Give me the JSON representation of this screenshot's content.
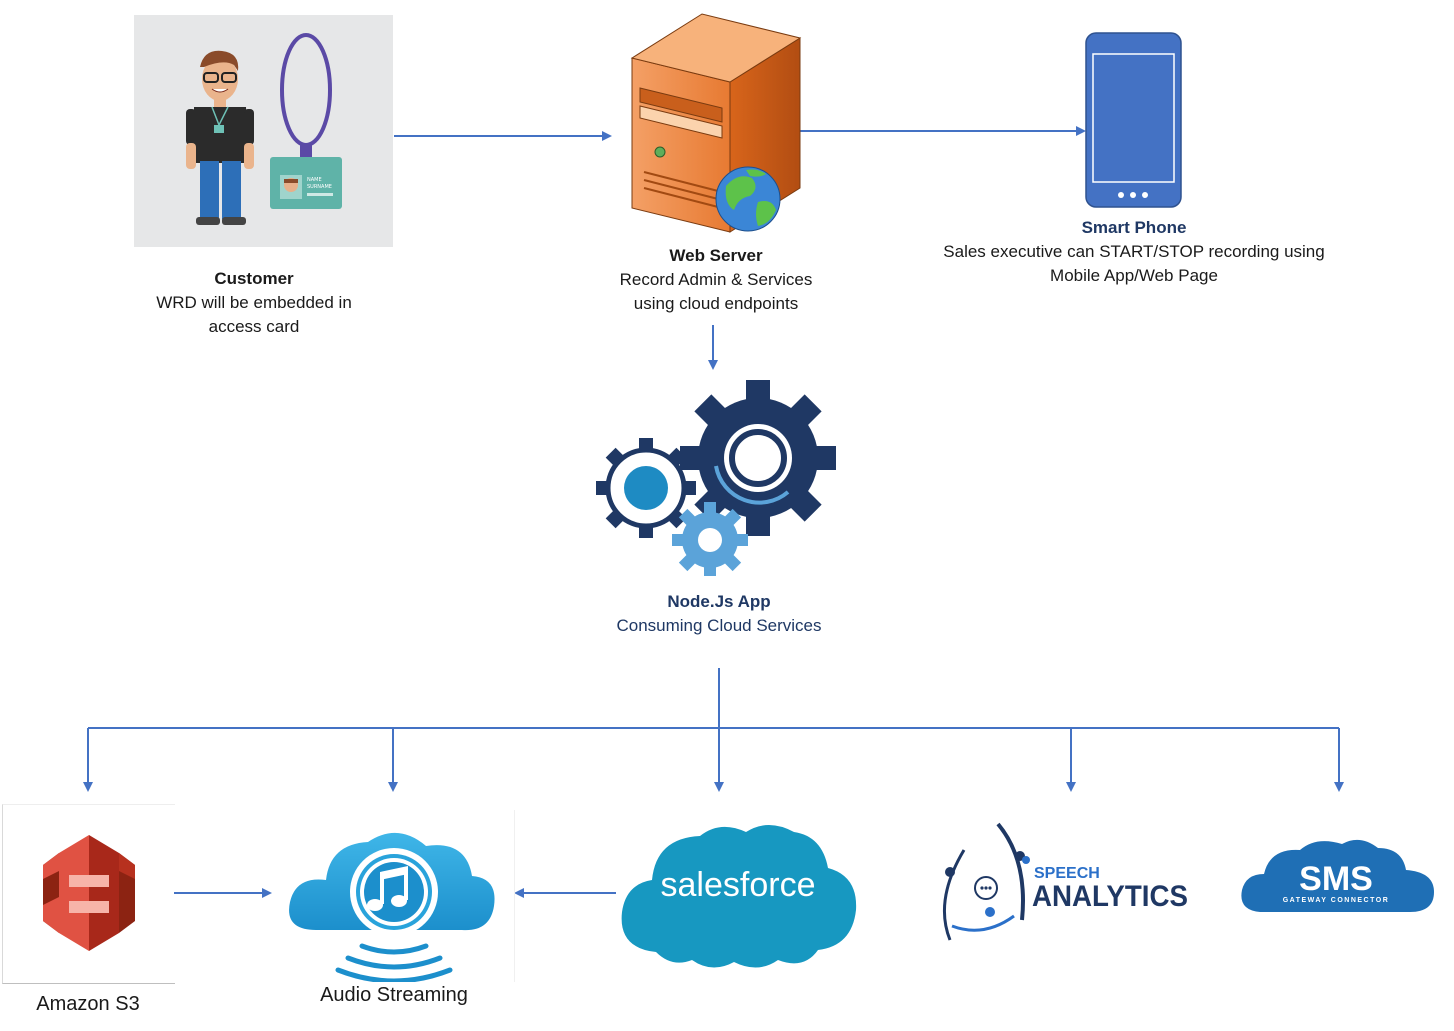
{
  "customer": {
    "title": "Customer",
    "desc_line1": "WRD will be embedded in",
    "desc_line2": "access card",
    "badge_text_1": "NAME",
    "badge_text_2": "SURNAME"
  },
  "web_server": {
    "title": "Web Server",
    "desc_line1": "Record Admin & Services",
    "desc_line2": "using cloud endpoints"
  },
  "smart_phone": {
    "title": "Smart Phone",
    "desc_line1": "Sales executive can START/STOP recording using",
    "desc_line2": "Mobile App/Web Page"
  },
  "node_app": {
    "title": "Node.Js App",
    "desc": "Consuming Cloud Services"
  },
  "services": {
    "amazon_s3": "Amazon S3",
    "audio_streaming": "Audio Streaming",
    "salesforce": "salesforce",
    "speech_top": "SPEECH",
    "speech_bottom": "ANALYTICS",
    "sms_main": "SMS",
    "sms_sub": "GATEWAY CONNECTOR"
  },
  "colors": {
    "connector": "#4472c4",
    "phone": "#4472c4",
    "server": "#ed7d31",
    "gear_dark": "#1f3864",
    "gear_light": "#5ba3d9",
    "salesforce": "#1798c1",
    "s3": "#d13212",
    "sms": "#1f6fb5"
  }
}
